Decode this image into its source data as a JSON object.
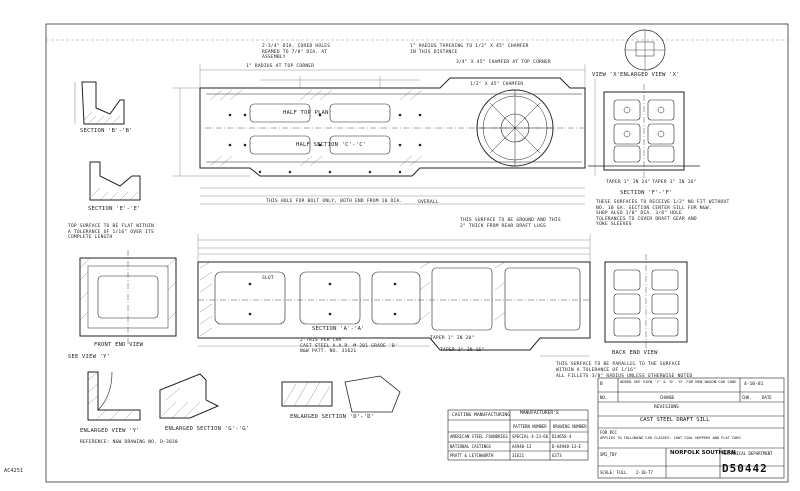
{
  "corner_mark": "AC4251",
  "views": {
    "half_top_plan": "HALF TOP PLAN",
    "half_section_top": "HALF SECTION 'C'-'C'",
    "section_b": "SECTION 'B'-'B'",
    "section_e": "SECTION 'E'-'E'",
    "section_a": "SECTION 'A'-'A'",
    "front_end_view": "FRONT END VIEW",
    "see_view_y": "SEE VIEW 'Y'",
    "back_end_view": "BACK END VIEW",
    "section_f": "SECTION 'F'-'F'",
    "enlarged_view_x": "ENLARGED VIEW 'X'",
    "enlarged_view_y": "ENLARGED VIEW 'Y'",
    "enlarged_section_g": "ENLARGED SECTION 'G'-'G'",
    "enlarged_section_d": "ENLARGED SECTION 'D'-'D'",
    "view_x": "VIEW 'X'"
  },
  "notes": {
    "cored_holes": "2-3/4\" DIA. CORED HOLES\nREAMED TO 7/8\" DIA. AT\nASSEMBLY",
    "radius_corner": "1\" RADIUS AT TOP CORNER",
    "radius_tapering": "1\" RADIUS TAPERING TO 1/2\" X 45\" CHAMFER\nIN THIS DISTANCE",
    "chamfer_top": "3/4\" X 45\" CHAMFER AT TOP CORNER",
    "chamfer": "1/2\" X 45\" CHAMFER",
    "overall": "OVERALL",
    "thru_hole": "THIS HOLE FOR BOLT ONLY, BOTH END FROM 10 DIA.",
    "top_surface": "TOP SURFACE TO BE FLAT WITHIN\nA TOLERANCE OF 1/16\" OVER ITS\nCOMPLETE LENGTH",
    "surface_ground": "THIS SURFACE TO BE GROUND AND THIS\n2\" THICK FROM REAR DRAFT LUGS",
    "slot": "SLOT",
    "material": "2-THIS PER CAR\nCAST STEEL A.A.R. M-201 GRADE 'B'\nN&W PATT. NO. 31621",
    "taper_a": "TAPER 1\" IN 20\"",
    "taper_b": "TAPER 1\" IN 16\"",
    "sleeves": "THESE SURFACES TO RECEIVE 1/2\" NO FIT WITHOUT\nNO. 10 GA. SECTION CENTER SILL FOR N&W.\nSHOP ALSO 1/8\" DIA. 3/8\" HOLE\nTOLERANCES TO COVER DRAFT GEAR AND\nYOKE SLEEVES",
    "parallel": "THIS SURFACE TO BE PARALLEL TO THE SURFACE\nWITHIN A TOLERANCE OF 1/16\"",
    "fillets": "ALL FILLETS 3/8\" RADIUS UNLESS OTHERWISE NOTED",
    "reference": "REFERENCE: N&W DRAWING NO. D-3030",
    "taper_c": "TAPER 1\" IN 24\"",
    "taper_d": "TAPER 1\" IN 16\""
  },
  "title_block": {
    "revision_text": "ADDED SEE VIEW 'Y' & 'D'-'D' FOR NEW WAGON CAR CODE",
    "revision_date": "4-10-81",
    "no_label": "NO.",
    "change_label": "CHANGE",
    "chk_label": "CHK.",
    "date_label": "DATE",
    "revisions_label": "REVISIONS",
    "title": "CAST STEEL DRAFT SILL",
    "subtitle": "FOR PCC",
    "description": "APPLIES TO FOLLOWING CAR CLASSES: 100T COAL HOPPERS AND FLAT CARS",
    "company": "NORFOLK SOUTHERN",
    "department": "MECHANICAL DEPARTMENT",
    "drawing_no": "D50442",
    "scale": "SCALE: FULL",
    "drawn": "SMI_TBY",
    "date": "2-10-77"
  },
  "casting_table": {
    "header_left": "CASTING MANUFACTURING",
    "header_right": "MANUFACTURER'S",
    "col_pattern": "PATTERN NUMBER",
    "col_drawing": "DRAWING NUMBER",
    "rows": [
      {
        "name": "AMERICAN STEEL FOUNDRIES",
        "pattern": "SPECIAL 4-23-66",
        "drawing": "D14656-4"
      },
      {
        "name": "NATIONAL CASTINGS",
        "pattern": "A4940-13",
        "drawing": "D-A4940-13-E"
      },
      {
        "name": "PRATT & LETCHWORTH",
        "pattern": "31621",
        "drawing": "6373"
      }
    ]
  }
}
